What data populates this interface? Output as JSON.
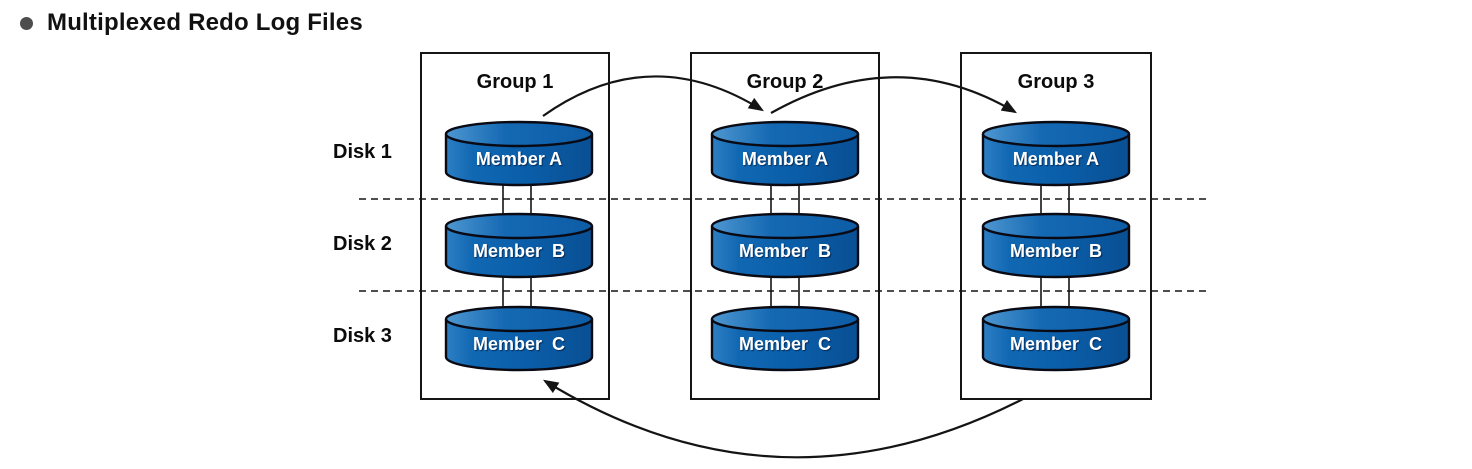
{
  "title": {
    "text": "Multiplexed Redo Log Files"
  },
  "disks": [
    {
      "label": "Disk 1"
    },
    {
      "label": "Disk 2"
    },
    {
      "label": "Disk 3"
    }
  ],
  "groups": [
    {
      "label": "Group 1",
      "members": [
        "Member A",
        "Member  B",
        "Member  C"
      ]
    },
    {
      "label": "Group 2",
      "members": [
        "Member A",
        "Member  B",
        "Member  C"
      ]
    },
    {
      "label": "Group 3",
      "members": [
        "Member A",
        "Member  B",
        "Member  C"
      ]
    }
  ],
  "colors": {
    "cylinder_body_blue": "#0b61ab",
    "cylinder_top_blue": "#1569b3",
    "cylinder_highlight": "#3b89c9",
    "outline_black": "#141414",
    "bullet_gray": "#4d4d4d",
    "member_text_white": "#ffffff"
  }
}
